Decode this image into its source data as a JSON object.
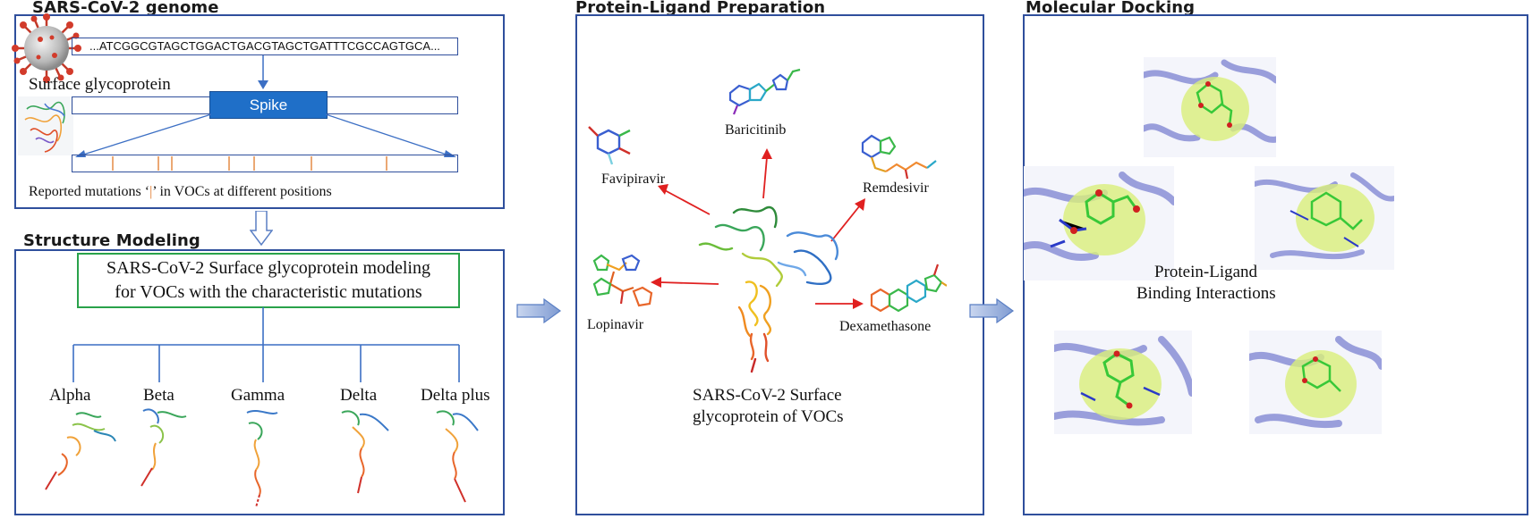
{
  "section1": {
    "title": "SARS-CoV-2 genome",
    "sequence": "...ATCGGCGTAGCTGGACTGACGTAGCTGATTTCGCCAGTGCA...",
    "surface_label": "Surface glycoprotein",
    "spike_label": "Spike",
    "mutation_text_pre": "Reported mutations ‘",
    "mutation_mark": "|",
    "mutation_text_post": "’  in VOCs at different positions"
  },
  "section2": {
    "title": "Structure Modeling",
    "model_line1": "SARS-CoV-2 Surface glycoprotein modeling",
    "model_line2": "for VOCs with the characteristic mutations",
    "variants": [
      "Alpha",
      "Beta",
      "Gamma",
      "Delta",
      "Delta plus"
    ]
  },
  "section3": {
    "title": "Protein-Ligand Preparation",
    "ligands": [
      "Baricitinib",
      "Favipiravir",
      "Remdesivir",
      "Lopinavir",
      "Dexamethasone"
    ],
    "center_line1": "SARS-CoV-2 Surface",
    "center_line2": "glycoprotein of VOCs"
  },
  "section4": {
    "title": "Molecular Docking",
    "center_line1": "Protein-Ligand",
    "center_line2": "Binding Interactions"
  },
  "colors": {
    "panel_border": "#2f4f9c",
    "spike": "#1f6fc8",
    "model_border": "#29a24a",
    "arrow_red": "#e02020",
    "mutation_tick": "#e07a2a",
    "docking_protein": "#8a8fd6",
    "docking_ligand_zone": "#d9ef7a"
  },
  "icons": [
    "virus-icon",
    "protein-structure-icon",
    "ligand-molecule-icon",
    "docking-complex-icon",
    "block-arrow-icon"
  ]
}
